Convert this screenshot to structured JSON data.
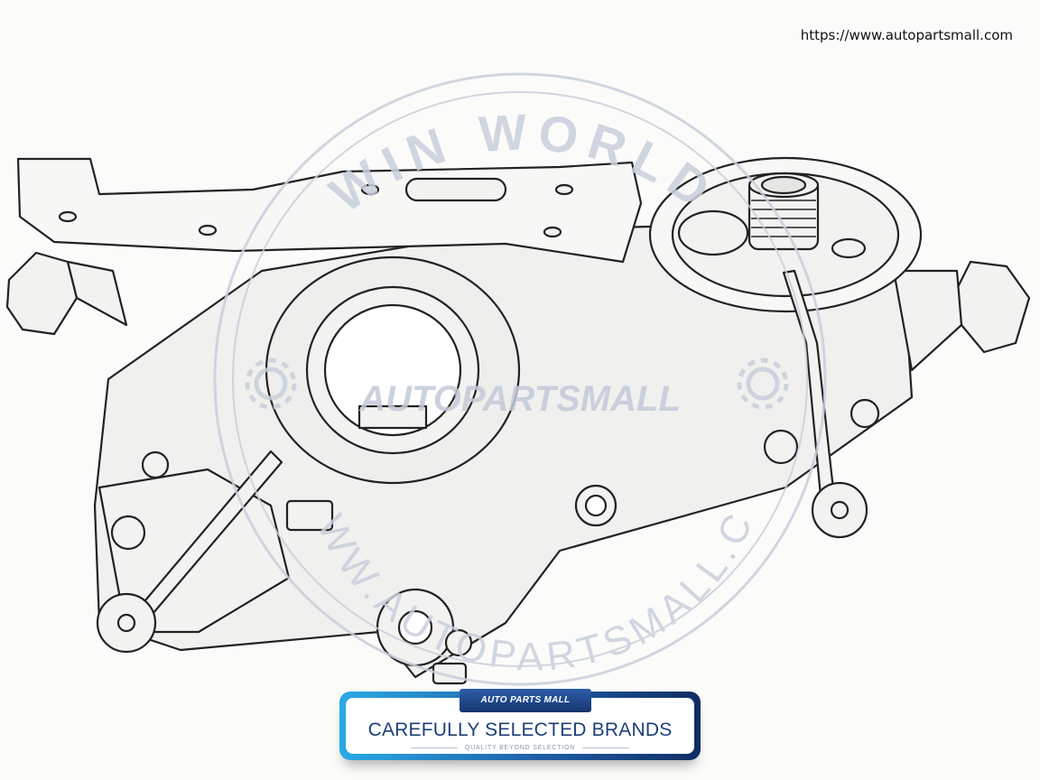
{
  "website_url": "https://www.autopartsmall.com",
  "watermark": {
    "arc_text": "WIN WORLD",
    "logo_text": "AUTOPARTSMALL",
    "bottom_arc_text": "WWW.AUTOPARTSMALL.COM",
    "gear_icon": "gear-icon"
  },
  "banner": {
    "brand_text": "AUTO PARTS MALL",
    "headline": "CAREFULLY SELECTED BRANDS",
    "subline": "QUALITY BEYOND SELECTION"
  },
  "colors": {
    "ink": "#222222",
    "watermark": "#c9d0dc",
    "banner_dark": "#17346e",
    "banner_light": "#2aa9e6"
  }
}
